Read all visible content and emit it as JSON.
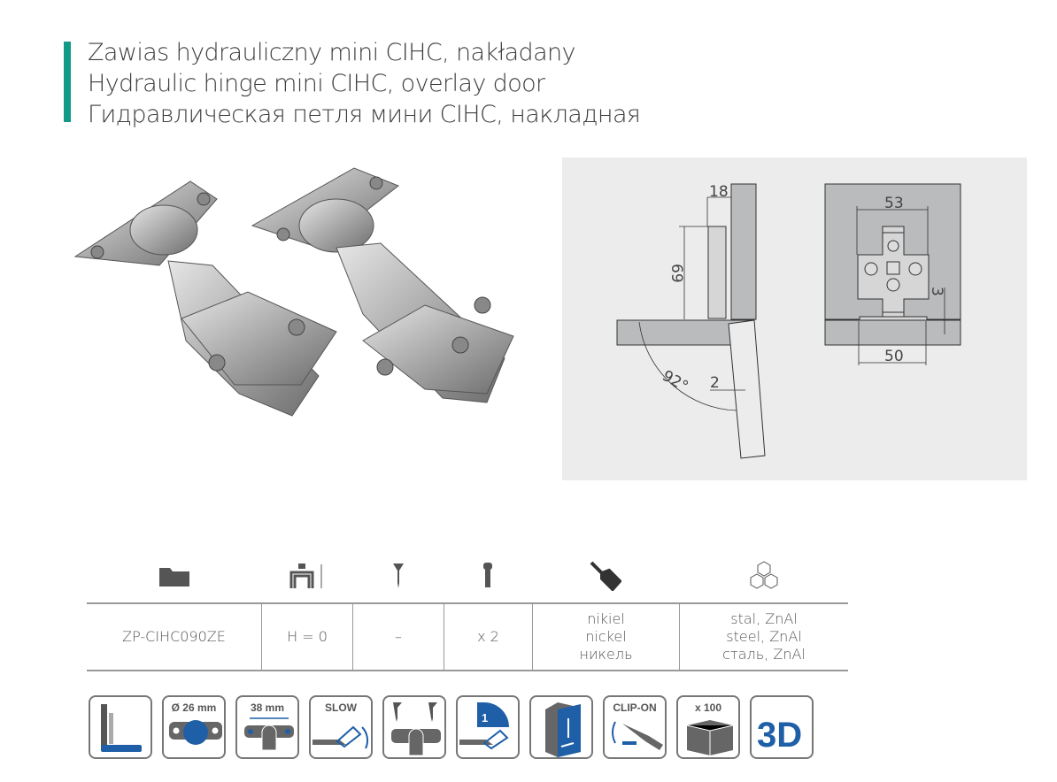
{
  "title": {
    "pl": "Zawias hydrauliczny mini CIHC, nakładany",
    "en": "Hydraulic hinge mini CIHC, overlay door",
    "ru": "Гидравлическая петля мини CIHC, накладная"
  },
  "accent": "#119a86",
  "diagram": {
    "d18": "18",
    "d69": "69",
    "angle": "92°",
    "d2": "2",
    "d53": "53",
    "d50": "50",
    "d3": "3"
  },
  "table": {
    "header_icons": [
      "folder-icon",
      "height-adjust-icon",
      "wood-screw-icon",
      "euro-screw-icon",
      "paint-brush-icon",
      "cubes-material-icon"
    ],
    "code": "ZP-CIHC090ZE",
    "height": "H = 0",
    "screws": "–",
    "euro_screws": "x 2",
    "finish": [
      "nikiel",
      "nickel",
      "никель"
    ],
    "material": [
      "stal, ZnAl",
      "steel, ZnAl",
      "сталь, ZnAl"
    ]
  },
  "features": {
    "cup": "Ø 26 mm",
    "distance": "38 mm",
    "slow": "SLOW",
    "clip": "CLIP-ON",
    "qty": "x 100",
    "three_d": "3D",
    "one": "1"
  }
}
